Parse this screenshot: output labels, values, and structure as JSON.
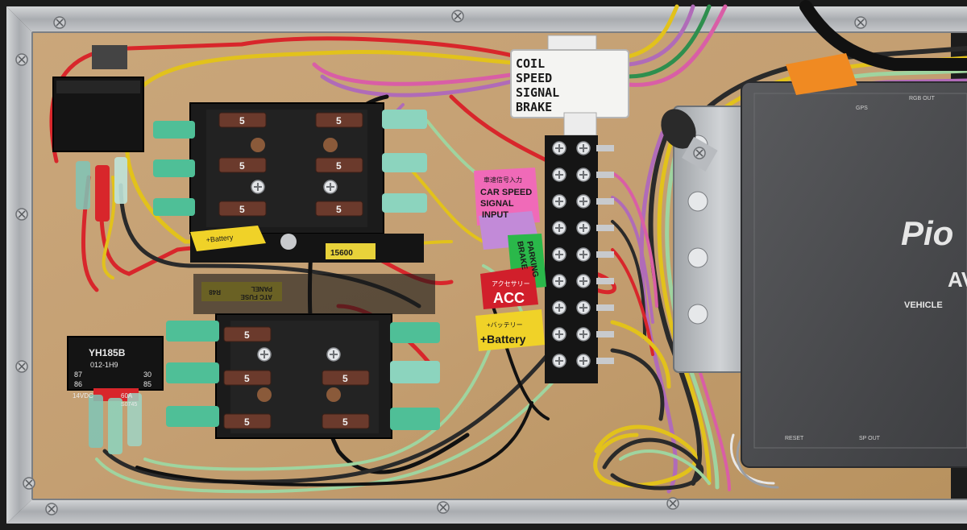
{
  "connector_label": {
    "line1": "COIL",
    "line2": "SPEED",
    "line3": "SIGNAL",
    "line4": "BRAKE"
  },
  "relay": {
    "model": "YH185B",
    "code": "012-1H9",
    "pin_87": "87",
    "pin_30": "30",
    "pin_86": "86",
    "pin_85": "85",
    "voltage": "14VDC",
    "current": "60A",
    "serial": "S0745"
  },
  "fuse_values": [
    "5",
    "5",
    "5",
    "5",
    "5",
    "5",
    "5",
    "5",
    "5",
    "5",
    "5"
  ],
  "fuse_panel": {
    "part_no": "15600",
    "line1": "ATC FUSE",
    "line2": "PANEL",
    "line3": "R48"
  },
  "tags": {
    "battery_top": "+Battery",
    "car_speed_jp": "車速信号入力",
    "car_speed_1": "CAR SPEED",
    "car_speed_2": "SIGNAL",
    "car_speed_3": "INPUT",
    "parking_1": "PARKING",
    "parking_2": "BRAKE",
    "acc_jp": "アクセサリー",
    "acc": "ACC",
    "battery_jp": "+バッテリー",
    "battery": "+Battery"
  },
  "unit": {
    "brand": "Pio",
    "model": "AV",
    "sub": "VEHICLE",
    "port_gps": "GPS",
    "port_rgb": "RGB OUT",
    "port_reset": "RESET",
    "port_sp": "SP OUT"
  },
  "colors": {
    "board": "#c9a67a",
    "frame": "#b9bcc0",
    "fuse_block": "#1b1b1b",
    "fuse": "#6b3a2c",
    "terminal": "#4fbf97",
    "unit_body": "#4a4b4d"
  }
}
